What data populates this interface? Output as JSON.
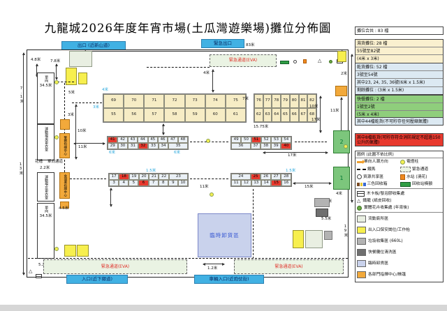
{
  "title": "九龍城2026年度年宵市場(土瓜灣遊樂場)攤位分佈圖",
  "top": {
    "exit": "出口 (近新山道)",
    "emergency": "緊急出口"
  },
  "bottom": {
    "entrance": "入口(近下鄉道)",
    "vehicle": "車輛入口(近炮仗街)"
  },
  "map": {
    "eva": "緊急通道(EVA)",
    "unloading": "臨時卸貨區",
    "one_way": "單向",
    "male_room": "運動場男更衣室",
    "female_room": "運動場女更衣室",
    "flower_bed": "花槽",
    "one_way_path": "單向通道",
    "police": "警察指揮中心",
    "fehd": "食環署指揮中心",
    "fast1": "1",
    "fast2": "2"
  },
  "measure": {
    "m83": "83米",
    "m4": "4米",
    "m2": "2米",
    "m48": "4.8米",
    "m78": "7.8米",
    "m71": "7.1米",
    "m5": "5米",
    "m3": "3米",
    "m10": "10米",
    "m11": "11米",
    "m17": "17米",
    "m7": "7米",
    "m1575": "15.75米",
    "m345": "34.5米",
    "m22": "2.2米",
    "m45": "4.5米",
    "m13": "13米",
    "m6": "6米",
    "m15": "1.5米",
    "m15m": "15米",
    "m52": "5.2米",
    "m12": "1.2米",
    "m19": "19米",
    "m55": "5.5米"
  },
  "stalls": {
    "wet_left_top": [
      "69",
      "70",
      "71",
      "72",
      "73",
      "74",
      "75"
    ],
    "wet_left_bot": [
      "55",
      "56",
      "57",
      "58",
      "59",
      "60",
      "61"
    ],
    "wet_right_top": [
      "76",
      "77",
      "78",
      "79",
      "80",
      "81",
      "82"
    ],
    "wet_right_bot": [
      "62",
      "63",
      "64",
      "65",
      "66",
      "67",
      "68"
    ],
    "dry1_left_top": [
      {
        "t": "41",
        "c": "hl"
      },
      "42",
      "43",
      "44",
      "45",
      "46",
      "47",
      "48"
    ],
    "dry1_left_bot": [
      "29",
      "30",
      "31",
      {
        "t": "32",
        "c": "hl"
      },
      "33",
      "34",
      {
        "t": "35",
        "c": "w2"
      }
    ],
    "dry1_right_top": [
      "49",
      "50",
      {
        "t": "51",
        "c": "hl"
      },
      "52",
      "53",
      "54"
    ],
    "dry1_right_bot": [
      {
        "t": "36",
        "c": "w2"
      },
      "37",
      "38",
      "39",
      {
        "t": "40",
        "c": "hl"
      }
    ],
    "dry2_left_top": [
      "17",
      {
        "t": "18",
        "c": "hl"
      },
      "19",
      "20",
      "21",
      "22",
      {
        "t": "23",
        "c": "w2"
      }
    ],
    "dry2_left_bot": [
      "3",
      "4",
      "5",
      {
        "t": "6",
        "c": "hl"
      },
      "7",
      "8",
      "9",
      "10"
    ],
    "dry2_right_top": [
      {
        "t": "24",
        "c": "w2"
      },
      {
        "t": "25",
        "c": "hl"
      },
      "26",
      "27",
      "28"
    ],
    "dry2_right_bot": [
      "11",
      "12",
      "13",
      "14",
      {
        "t": "15",
        "c": "hl"
      },
      "16"
    ]
  },
  "sidebar": {
    "total": "攤位合共 : 83 檔",
    "wet_lines": [
      "濕貨攤位: 28 檔",
      "55號至82號",
      "(4米 x 3米)"
    ],
    "dry_lines": [
      "乾貨攤位: 52 檔",
      "3號至54號",
      "其中23, 24, 35, 36號(6米 x 1.5米)",
      "剩餘攤位 : (3米 x 1.5米)"
    ],
    "fast_lines": [
      "快餐攤位: 2 檔",
      "1號至2號",
      "(5米 x 4米)"
    ],
    "note1": "其中44檔乾貨(不可貯存任何壓縮氣體)",
    "note2": "其中8檔乾貨(可貯存符合消防規定不超過150公升的氣體)",
    "legend": {
      "title": "圖例 (此圖不依比例)",
      "r1a": "單向人潮方向",
      "r1b": "電燈柱",
      "r2a": "鐵馬",
      "r2b": "緊急通道",
      "r3a": "資源共享區",
      "r3b": "水站 (澆花)",
      "r4a": "三色回收箱",
      "r4b": "回收站橫額",
      "r5": "木卡板/發泡膠收集處",
      "r6": "鐵籠 (紙皮回收)",
      "r7": "實體花卉收集處 (年宵後)",
      "swatches": [
        {
          "t": "流動廁所區",
          "color": "#e9efe2"
        },
        {
          "t": "出入口保安崗位/工作枱",
          "color": "#f7ef4e"
        },
        {
          "t": "垃圾收集區 (660L)",
          "color": "#b3b3b3"
        },
        {
          "t": "快餐攤位清洗區",
          "color": "#6f6f6f"
        },
        {
          "t": "臨時卸貨區",
          "color": "#c9d2ec"
        },
        {
          "t": "各部門指揮中心/帳篷",
          "color": "#f2a93b"
        }
      ]
    }
  }
}
